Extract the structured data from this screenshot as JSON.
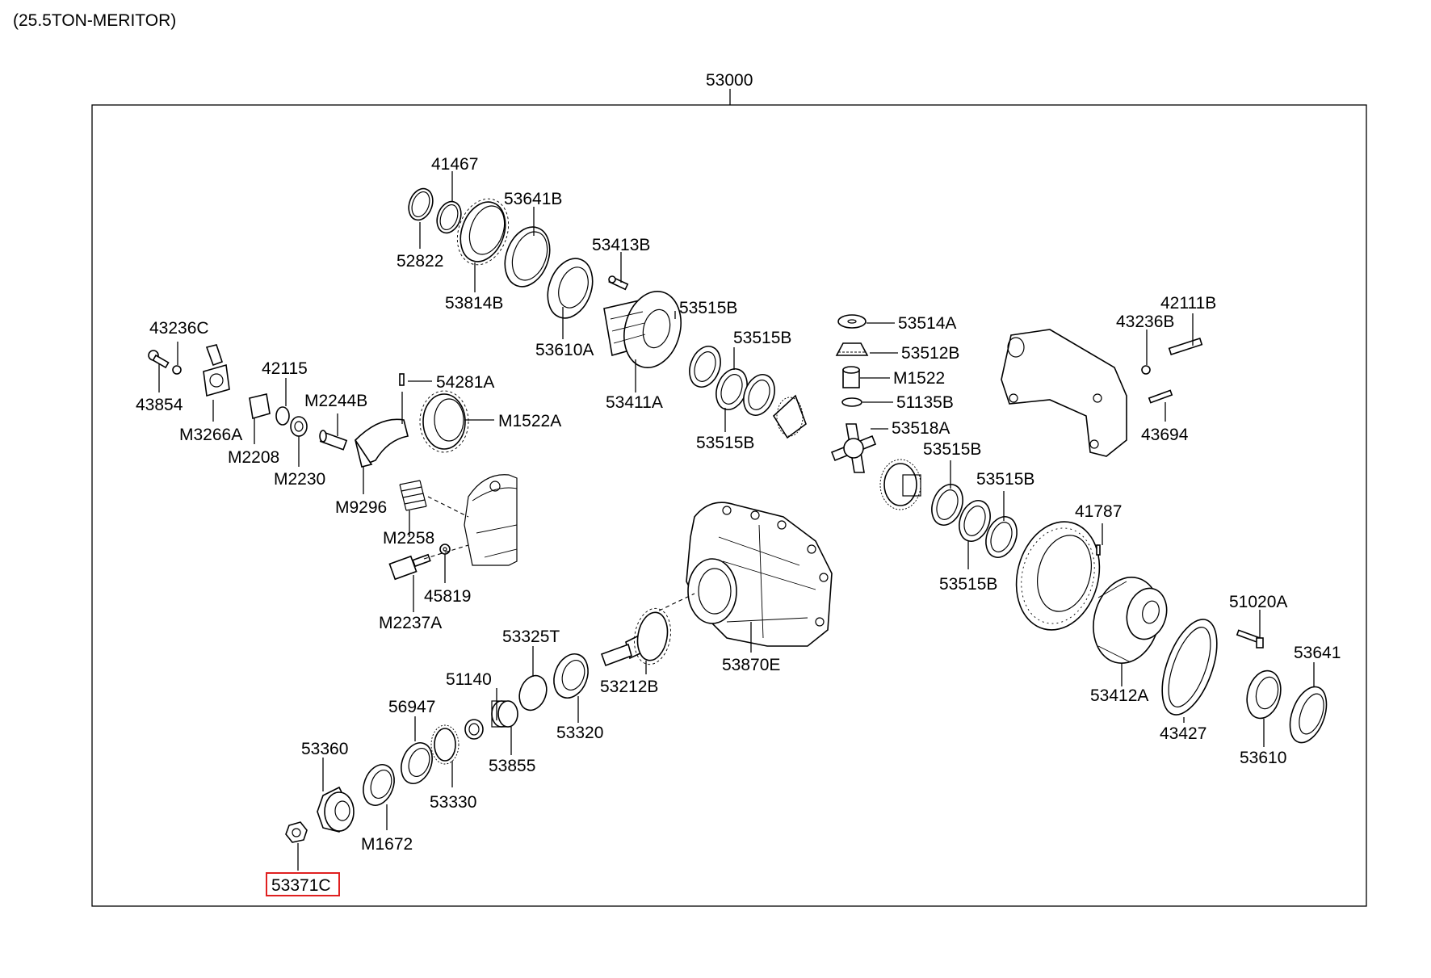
{
  "header": {
    "title": "(25.5TON-MERITOR)"
  },
  "assembly": {
    "number": "53000"
  },
  "parts": {
    "p41467": "41467",
    "p53641B": "53641B",
    "p52822": "52822",
    "p53814B": "53814B",
    "p53413B": "53413B",
    "p53610A": "53610A",
    "p53515B_a": "53515B",
    "p53515B_b": "53515B",
    "p53411A": "53411A",
    "p53515B_c": "53515B",
    "p53514A": "53514A",
    "p53512B": "53512B",
    "pM1522": "M1522",
    "p51135B": "51135B",
    "p53518A": "53518A",
    "p53515B_d": "53515B",
    "p53515B_e": "53515B",
    "p53515B_f": "53515B",
    "p42111B": "42111B",
    "p43236B": "43236B",
    "p43694": "43694",
    "p43236C": "43236C",
    "p43854": "43854",
    "pM3266A": "M3266A",
    "p42115": "42115",
    "pM2244B": "M2244B",
    "p54281A": "54281A",
    "pM1522A": "M1522A",
    "pM2208": "M2208",
    "pM2230": "M2230",
    "pM9296": "M9296",
    "pM2258": "M2258",
    "p45819": "45819",
    "pM2237A": "M2237A",
    "p41787": "41787",
    "p51020A": "51020A",
    "p53641": "53641",
    "p53412A": "53412A",
    "p43427": "43427",
    "p53610": "53610",
    "p53870E": "53870E",
    "p53212B": "53212B",
    "p53325T": "53325T",
    "p51140": "51140",
    "p56947": "56947",
    "p53320": "53320",
    "p53855": "53855",
    "p53360": "53360",
    "p53330": "53330",
    "pM1672": "M1672",
    "p53371C": "53371C"
  },
  "highlight": {
    "part": "53371C",
    "color": "#e02020"
  }
}
